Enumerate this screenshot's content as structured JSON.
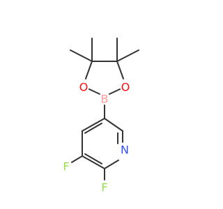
{
  "molecule": {
    "atoms": {
      "o_left": "O",
      "o_right": "O",
      "boron": "B",
      "nitrogen": "N",
      "fluorine_3": "F",
      "fluorine_2": "F"
    },
    "colors": {
      "bond": "#333333",
      "oxygen": "#ff0d0d",
      "boron": "#ff9999",
      "nitrogen": "#3050f8",
      "fluorine": "#90e050"
    }
  }
}
